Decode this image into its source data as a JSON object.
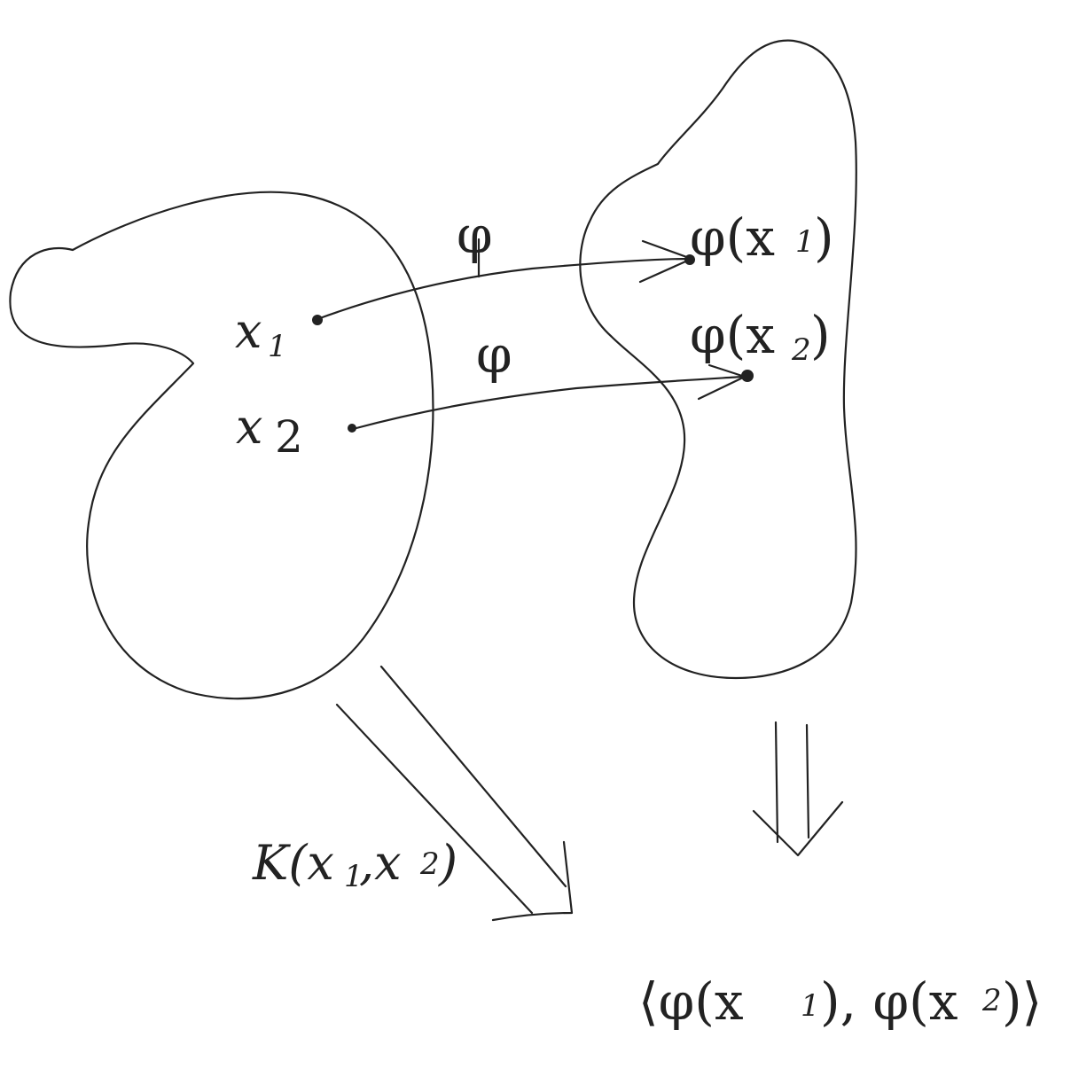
{
  "colors": {
    "ink": "#222222",
    "background": "#ffffff"
  },
  "labels": {
    "phi_arrow_1": "φ",
    "phi_arrow_2": "φ",
    "point_x1": "x",
    "point_x1_sub": "1",
    "point_x2": "x",
    "point_x2_sub": "2",
    "phi_x1": "φ(x",
    "phi_x1_sub": "1",
    "phi_x1_close": ")",
    "phi_x2": "φ(x",
    "phi_x2_sub": "2",
    "phi_x2_close": ")",
    "kernel": "K(x",
    "kernel_sub1": "1",
    "kernel_comma": ",x",
    "kernel_sub2": "2",
    "kernel_close": ")",
    "inner_product": "⟨φ(x",
    "inner_sub1": "1",
    "inner_mid": "), φ(x",
    "inner_sub2": "2",
    "inner_close": ")⟩"
  }
}
